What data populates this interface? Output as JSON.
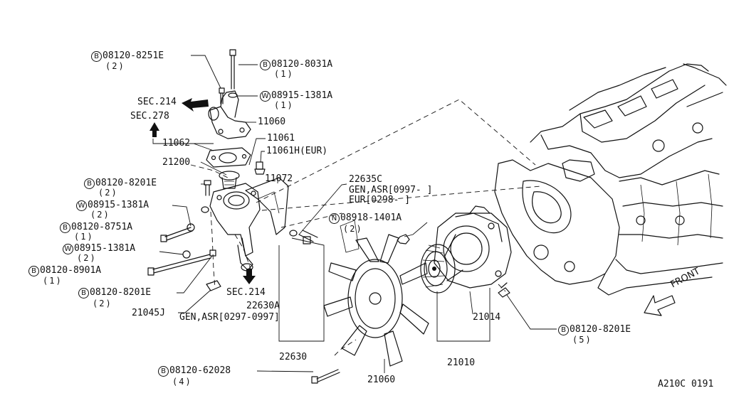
{
  "diagram": {
    "code": "A210C 0191",
    "front_label": "FRONT",
    "parts": [
      {
        "id": "p1",
        "prefix": "B",
        "number": "08120-8251E",
        "qty": "(2)"
      },
      {
        "id": "p2",
        "prefix": "B",
        "number": "08120-8031A",
        "qty": "(1)"
      },
      {
        "id": "p3",
        "prefix": "W",
        "number": "08915-1381A",
        "qty": "(1)"
      },
      {
        "id": "p4",
        "number": "SEC.214"
      },
      {
        "id": "p5",
        "number": "SEC.278"
      },
      {
        "id": "p6",
        "number": "11060"
      },
      {
        "id": "p7",
        "number": "11061"
      },
      {
        "id": "p8",
        "number": "11062"
      },
      {
        "id": "p9",
        "number": "11061H(EUR)"
      },
      {
        "id": "p10",
        "number": "21200"
      },
      {
        "id": "p11",
        "number": "11072"
      },
      {
        "id": "p12",
        "prefix": "B",
        "number": "08120-8201E",
        "qty": "(2)"
      },
      {
        "id": "p13",
        "prefix": "W",
        "number": "08915-1381A",
        "qty": "(2)"
      },
      {
        "id": "p14",
        "prefix": "B",
        "number": "08120-8751A",
        "qty": "(1)"
      },
      {
        "id": "p15",
        "prefix": "W",
        "number": "08915-1381A",
        "qty": "(2)"
      },
      {
        "id": "p16",
        "prefix": "B",
        "number": "08120-8901A",
        "qty": "(1)"
      },
      {
        "id": "p17",
        "prefix": "B",
        "number": "08120-8201E",
        "qty": "(2)"
      },
      {
        "id": "p18",
        "number": "21045J"
      },
      {
        "id": "p19",
        "number": "SEC.214"
      },
      {
        "id": "p20",
        "number": "22630A"
      },
      {
        "id": "p21",
        "number": "GEN,ASR[0297-0997]"
      },
      {
        "id": "p22",
        "number": "22630"
      },
      {
        "id": "p23",
        "number": "22635C"
      },
      {
        "id": "p24",
        "number": "GEN,ASR[0997-   ]"
      },
      {
        "id": "p25",
        "number": "EUR[0298-   ]"
      },
      {
        "id": "p26",
        "prefix": "N",
        "number": "08918-1401A",
        "qty": "(2)"
      },
      {
        "id": "p27",
        "number": "21014"
      },
      {
        "id": "p28",
        "number": "21010"
      },
      {
        "id": "p29",
        "number": "21060"
      },
      {
        "id": "p30",
        "prefix": "B",
        "number": "08120-62028",
        "qty": "(4)"
      },
      {
        "id": "p31",
        "prefix": "B",
        "number": "08120-8201E",
        "qty": "(5)"
      }
    ]
  }
}
